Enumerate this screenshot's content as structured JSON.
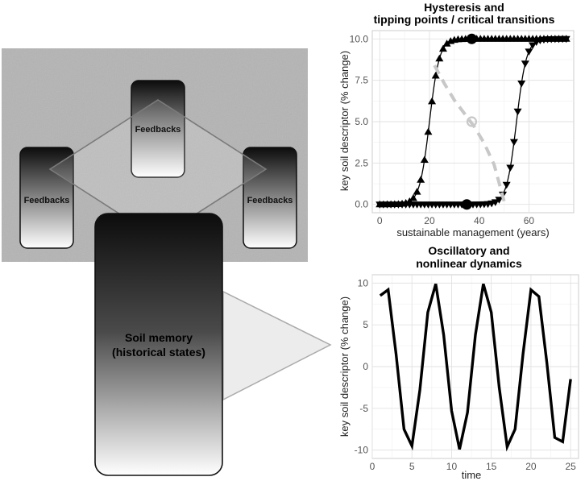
{
  "diagram": {
    "feedback_label": "Feedbacks",
    "memory_label_line1": "Soil memory",
    "memory_label_line2": "(historical states)",
    "colors": {
      "panel": "#b4b4b4",
      "box_dark": "#111111",
      "box_light": "#ffffff"
    }
  },
  "chart_data": [
    {
      "type": "line",
      "title": "Hysteresis and",
      "subtitle": "tipping points / critical transitions",
      "xlabel": "sustainable management (years)",
      "ylabel": "key soil descriptor (% change)",
      "xlim": [
        -3,
        78
      ],
      "ylim": [
        -0.5,
        10.5
      ],
      "xticks": [
        0,
        20,
        40,
        60
      ],
      "yticks": [
        0.0,
        2.5,
        5.0,
        7.5,
        10.0
      ],
      "ytick_labels": [
        "0.0",
        "2.5",
        "5.0",
        "7.5",
        "10.0"
      ],
      "grid": true,
      "series": [
        {
          "role": "forward-branch",
          "marker": "triangle-up",
          "midpoint": 20,
          "steepness": 0.5,
          "x_range": [
            0,
            75
          ]
        },
        {
          "role": "backward-branch",
          "marker": "triangle-down",
          "midpoint": 55,
          "steepness": 0.5,
          "x_range": [
            0,
            75
          ]
        },
        {
          "role": "unstable-branch",
          "style": "dashed",
          "color": "#c8c8c8",
          "x": [
            22,
            26,
            30,
            34,
            38,
            42,
            46,
            48,
            50
          ],
          "y": [
            8.4,
            7.3,
            6.3,
            5.5,
            4.7,
            3.7,
            2.4,
            1.3,
            0.2
          ]
        }
      ],
      "highlight_points": [
        {
          "x": 37,
          "y": 10,
          "style": "filled"
        },
        {
          "x": 35,
          "y": 0,
          "style": "filled"
        },
        {
          "x": 37,
          "y": 5,
          "style": "open"
        }
      ]
    },
    {
      "type": "line",
      "title": "Oscillatory and",
      "subtitle": "nonlinear dynamics",
      "xlabel": "time",
      "ylabel": "key soil descriptor (% change)",
      "xlim": [
        0,
        26
      ],
      "ylim": [
        -11,
        11
      ],
      "xticks": [
        0,
        5,
        10,
        15,
        20,
        25
      ],
      "yticks": [
        -10,
        -5,
        0,
        5,
        10
      ],
      "grid": true,
      "series": [
        {
          "x": [
            1,
            2,
            3,
            4,
            5,
            6,
            7,
            8,
            9,
            10,
            11,
            12,
            13,
            14,
            15,
            16,
            17,
            18,
            19,
            20,
            21,
            22,
            23,
            24,
            25
          ],
          "y": [
            8.5,
            9.2,
            1.5,
            -7.5,
            -9.5,
            -2.8,
            6.5,
            9.9,
            3.8,
            -5.3,
            -9.9,
            -5.5,
            3.8,
            9.9,
            6.5,
            -2.5,
            -9.6,
            -7.5,
            1.5,
            9.2,
            8.4,
            0.5,
            -8.5,
            -9.0,
            -1.5
          ]
        }
      ]
    }
  ]
}
